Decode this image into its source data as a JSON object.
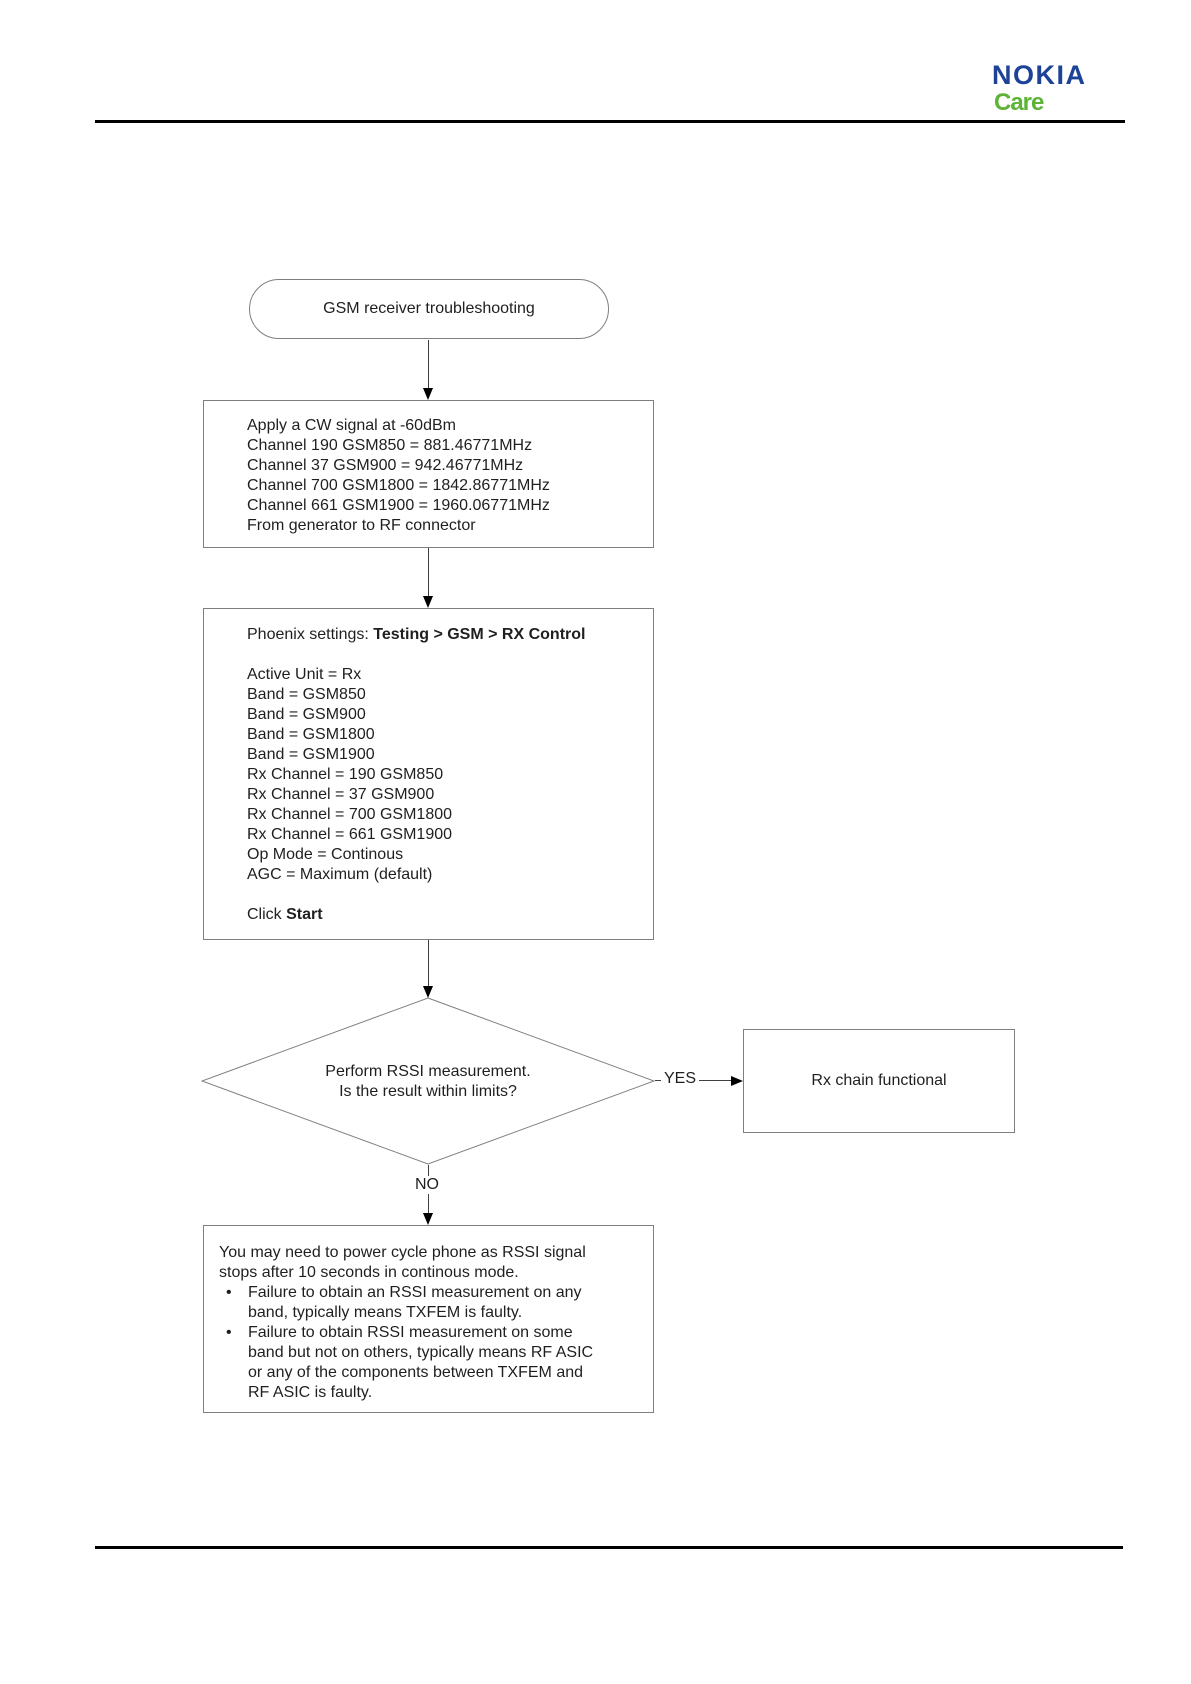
{
  "header": {
    "brand": "NOKIA",
    "sub_brand": "Care",
    "brand_color": "#1c4398",
    "sub_brand_color": "#5cb335"
  },
  "colors": {
    "shape_border": "#7f7f7f",
    "connector_line": "#404040",
    "arrowhead": "#000000",
    "rule": "#000000",
    "text": "#1f1f1f"
  },
  "flowchart": {
    "start": {
      "label": "GSM receiver troubleshooting"
    },
    "signal_box": {
      "lines": [
        "Apply a CW signal at -60dBm",
        "Channel 190 GSM850 = 881.46771MHz",
        "Channel 37 GSM900 = 942.46771MHz",
        "Channel 700 GSM1800 = 1842.86771MHz",
        "Channel 661 GSM1900 = 1960.06771MHz",
        "From generator to RF connector"
      ]
    },
    "phoenix_box": {
      "heading_prefix": "Phoenix settings: ",
      "heading_bold": "Testing > GSM > RX Control",
      "settings_lines": [
        "Active Unit = Rx",
        "Band = GSM850",
        "Band = GSM900",
        "Band = GSM1800",
        "Band = GSM1900",
        "Rx Channel = 190 GSM850",
        "Rx Channel = 37 GSM900",
        "Rx Channel = 700 GSM1800",
        "Rx Channel = 661 GSM1900",
        "Op Mode = Continous",
        "AGC = Maximum (default)"
      ],
      "click_prefix": "Click ",
      "click_bold": "Start"
    },
    "decision": {
      "lines": [
        "Perform RSSI measurement.",
        "Is the result within limits?"
      ]
    },
    "yes_label": "YES",
    "no_label": "NO",
    "yes_box": {
      "label": "Rx chain functional"
    },
    "no_box": {
      "bullet_glyph": "•",
      "intro_lines": [
        "You may need to power cycle phone as RSSI signal",
        "stops after 10 seconds in continous mode."
      ],
      "bullets": [
        {
          "lines": [
            "Failure to obtain an RSSI measurement on any",
            "band, typically means TXFEM is faulty."
          ]
        },
        {
          "lines": [
            "Failure to obtain RSSI measurement on some",
            "band but not on others, typically means RF ASIC",
            "or any of the components between TXFEM and",
            "RF ASIC is faulty."
          ]
        }
      ]
    }
  }
}
